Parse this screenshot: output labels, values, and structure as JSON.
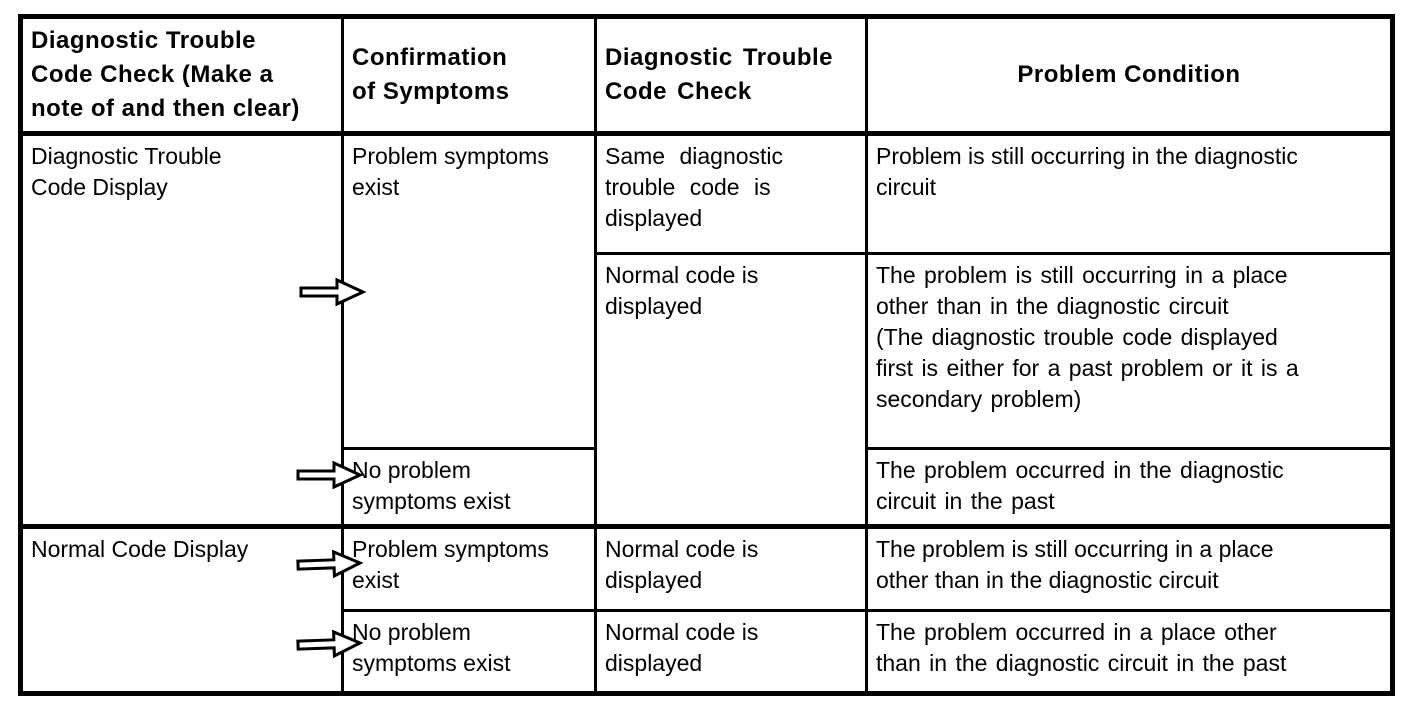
{
  "colors": {
    "ink": "#000000",
    "paper": "#ffffff"
  },
  "icons": {
    "arrow_glyph": "right-block-arrow"
  },
  "table": {
    "headers": {
      "col1": "Diagnostic Trouble\nCode Check (Make a\nnote of and then clear)",
      "col2": "Confirmation\nof Symptoms",
      "col3": "Diagnostic Trouble\nCode Check",
      "col4": "Problem Condition"
    },
    "cells": {
      "r1c1": "Diagnostic Trouble\nCode Display",
      "r1c2": "Problem symptoms\nexist",
      "r1c3": "Same diagnostic\ntrouble code is\ndisplayed",
      "r1c4": "Problem is still occurring in the diagnostic\ncircuit",
      "r2c3": "Normal code is\ndisplayed",
      "r2c4": "The problem is still occurring in a place\nother than in the diagnostic circuit\n(The diagnostic trouble code displayed\nfirst is either for a past problem or it is a\nsecondary problem)",
      "r3c2": "No problem\nsymptoms exist",
      "r3c4": "The problem occurred in the diagnostic\ncircuit in the past",
      "r4c1": "Normal Code Display",
      "r4c2": "Problem symptoms\nexist",
      "r4c3": "Normal code is\ndisplayed",
      "r4c4": "The problem is still occurring in a place\nother than in the diagnostic circuit",
      "r5c2": "No problem\nsymptoms exist",
      "r5c3": "Normal code is\ndisplayed",
      "r5c4": "The problem occurred in a place other\nthan in the diagnostic circuit in the past"
    }
  }
}
